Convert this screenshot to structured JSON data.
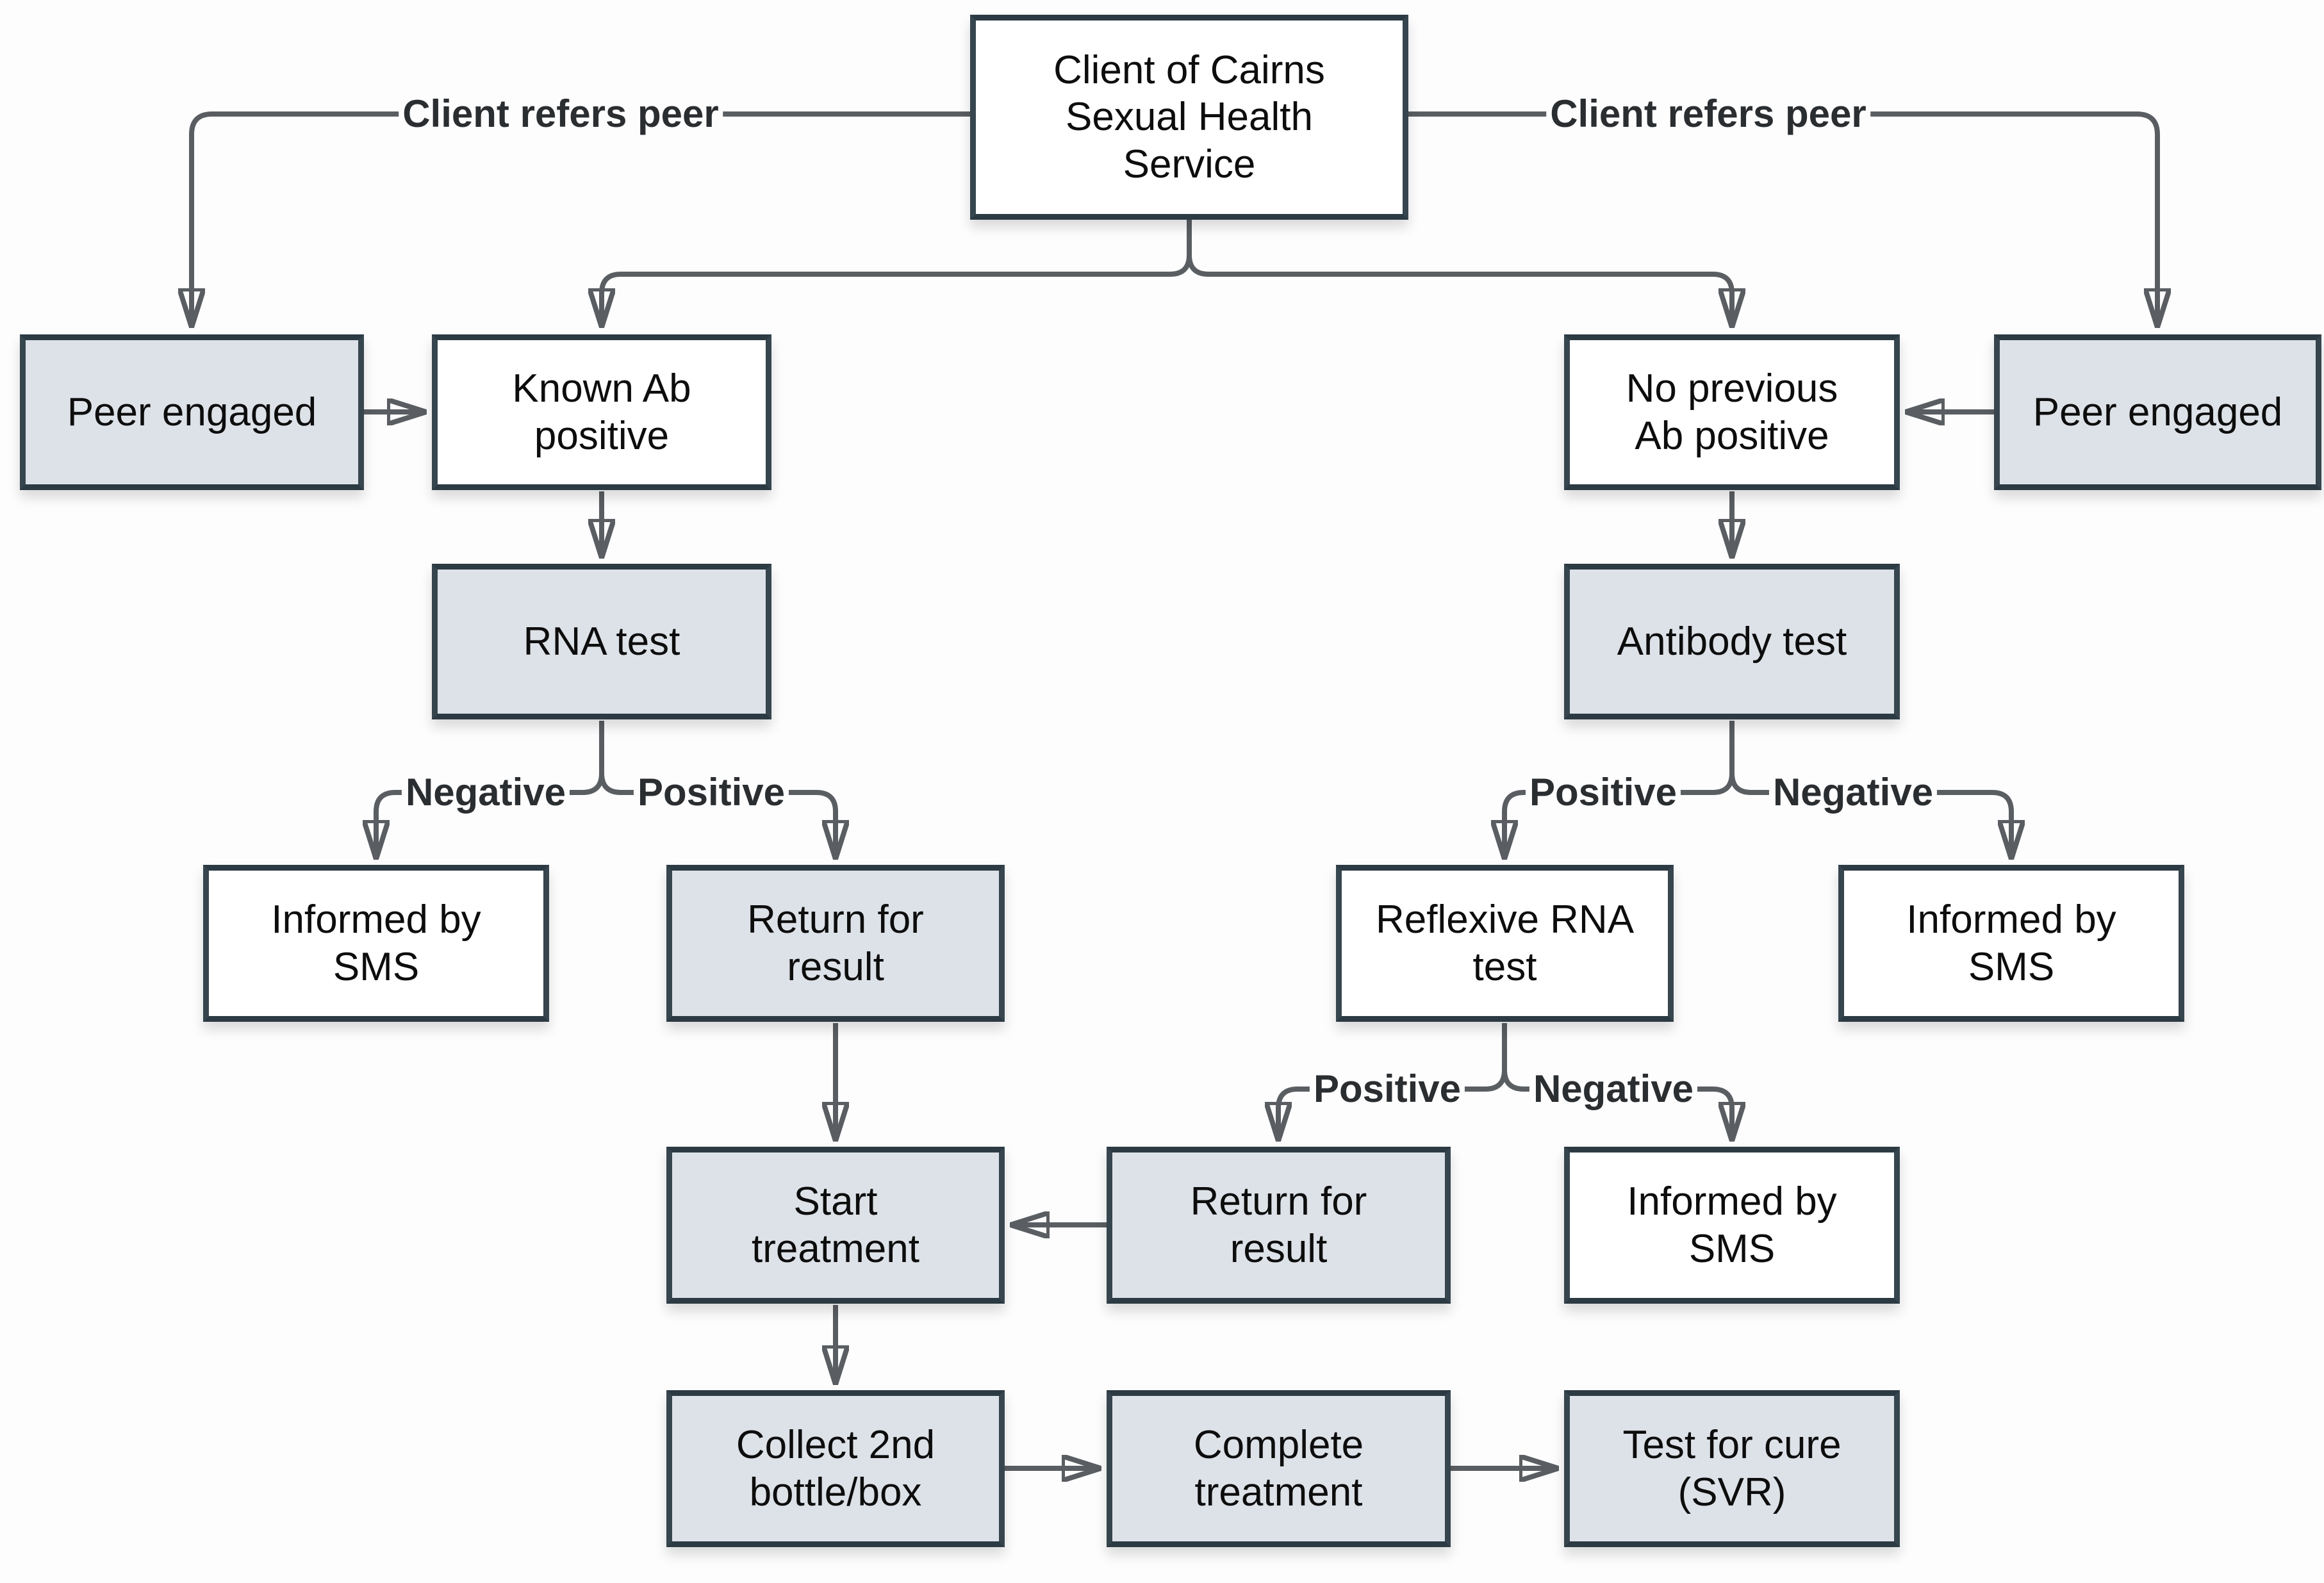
{
  "diagram": {
    "nodes": {
      "client": {
        "label": "Client of Cairns Sexual Health Service"
      },
      "peer_engaged_left": {
        "label": "Peer engaged"
      },
      "known_ab_positive": {
        "label": "Known Ab positive"
      },
      "no_previous_ab_positive": {
        "label": "No previous Ab positive"
      },
      "peer_engaged_right": {
        "label": "Peer engaged"
      },
      "rna_test": {
        "label": "RNA test"
      },
      "antibody_test": {
        "label": "Antibody test"
      },
      "informed_by_sms_rna_negative": {
        "label": "Informed by SMS"
      },
      "return_for_result_rna_positive": {
        "label": "Return for result"
      },
      "reflexive_rna_test": {
        "label": "Reflexive RNA test"
      },
      "informed_by_sms_antibody_negative": {
        "label": "Informed by SMS"
      },
      "start_treatment": {
        "label": "Start treatment"
      },
      "return_for_result_reflexive_positive": {
        "label": "Return for result"
      },
      "informed_by_sms_reflexive_negative": {
        "label": "Informed by SMS"
      },
      "collect_2nd_bottle_box": {
        "label": "Collect 2nd bottle/box"
      },
      "complete_treatment": {
        "label": "Complete treatment"
      },
      "test_for_cure_svr": {
        "label": "Test for cure (SVR)"
      }
    },
    "edge_labels": {
      "client_refers_peer_left": "Client refers peer",
      "client_refers_peer_right": "Client refers peer",
      "rna_negative": "Negative",
      "rna_positive": "Positive",
      "antibody_positive": "Positive",
      "antibody_negative": "Negative",
      "reflexive_positive": "Positive",
      "reflexive_negative": "Negative"
    },
    "colors": {
      "node_fill_shaded": "#dde2e8",
      "node_fill_plain": "#ffffff",
      "node_border": "#36454e",
      "connector": "#5a5e62",
      "edge_label_text": "#2b2e31",
      "node_text": "#0d0d0d",
      "background": "#fdfdfe"
    }
  }
}
